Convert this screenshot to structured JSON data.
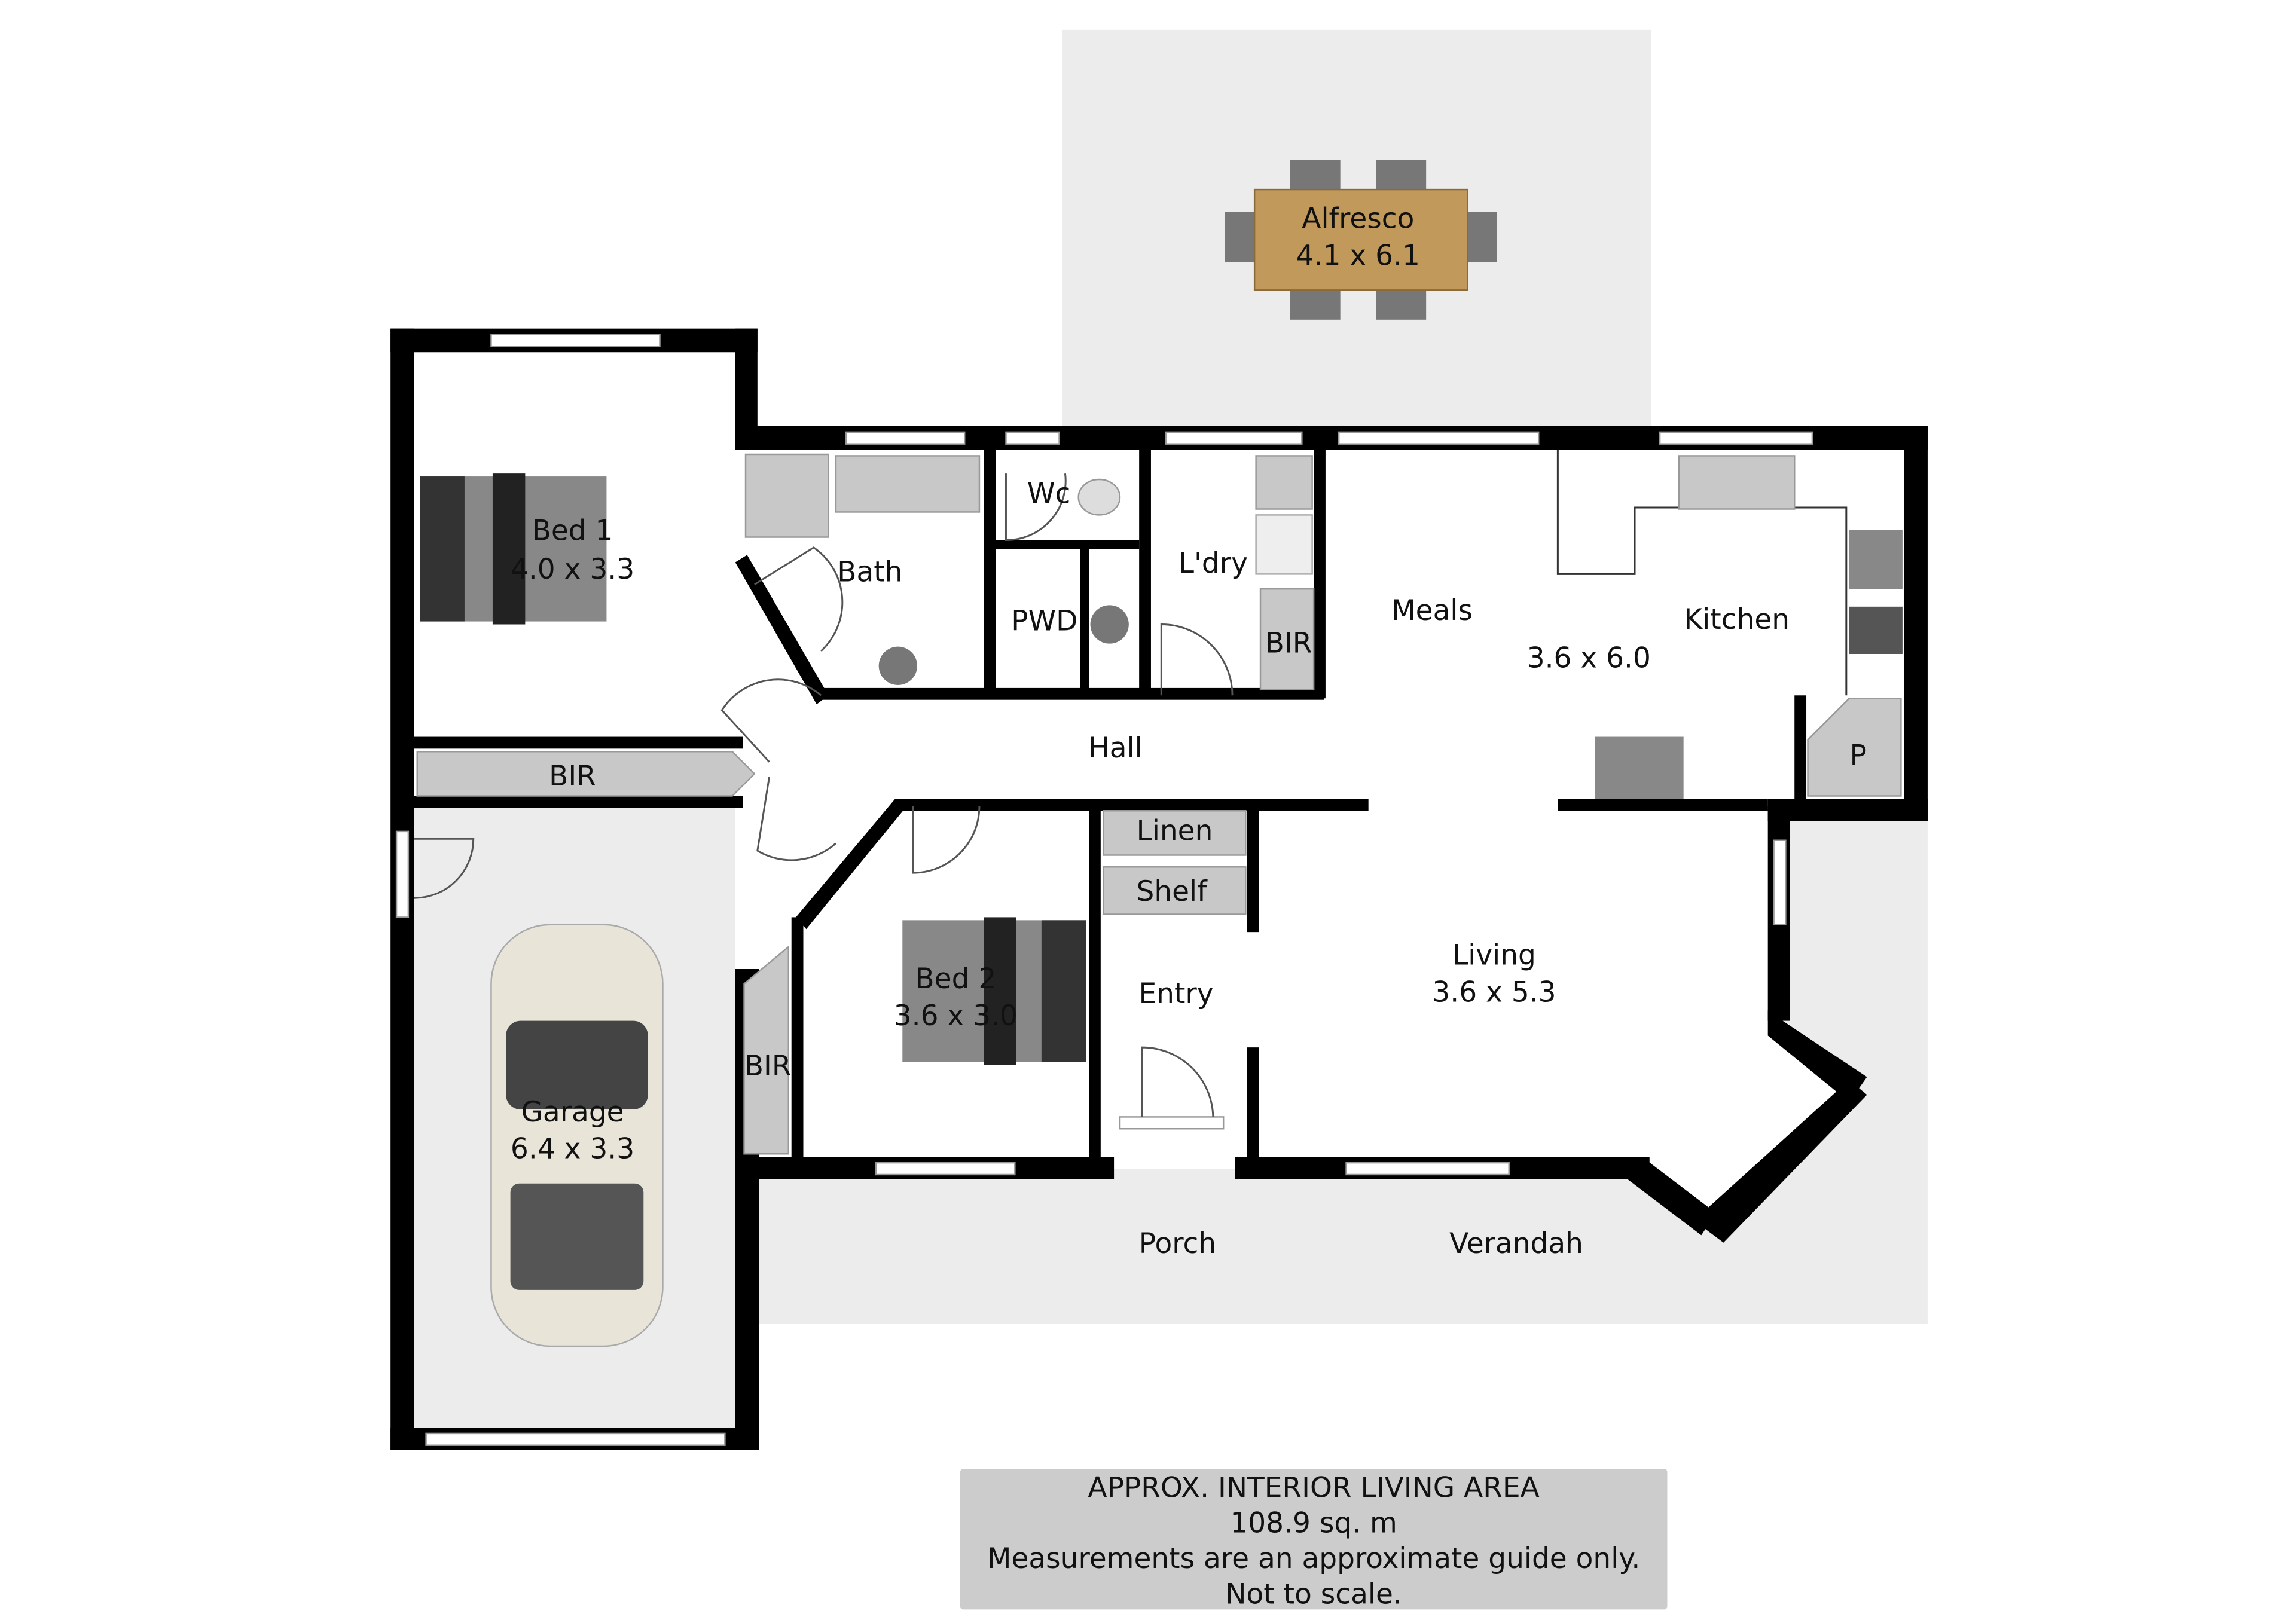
{
  "rooms": {
    "alfresco": {
      "name": "Alfresco",
      "size": "4.1 x 6.1"
    },
    "bed1": {
      "name": "Bed 1",
      "size": "4.0 x 3.3"
    },
    "bath": {
      "name": "Bath"
    },
    "wc": {
      "name": "Wc"
    },
    "pwd": {
      "name": "PWD"
    },
    "laundry": {
      "name": "L'dry"
    },
    "bir_laundry": {
      "name": "BIR"
    },
    "meals": {
      "name": "Meals"
    },
    "kitchen_meals_size": "3.6 x 6.0",
    "kitchen": {
      "name": "Kitchen"
    },
    "pantry": {
      "name": "P"
    },
    "hall": {
      "name": "Hall"
    },
    "bir_bed1": {
      "name": "BIR"
    },
    "linen": {
      "name": "Linen"
    },
    "shelf": {
      "name": "Shelf"
    },
    "entry": {
      "name": "Entry"
    },
    "living": {
      "name": "Living",
      "size": "3.6 x 5.3"
    },
    "bed2": {
      "name": "Bed 2",
      "size": "3.6 x 3.0"
    },
    "bir_bed2": {
      "name": "BIR"
    },
    "garage": {
      "name": "Garage",
      "size": "6.4 x 3.3"
    },
    "porch": {
      "name": "Porch"
    },
    "verandah": {
      "name": "Verandah"
    }
  },
  "area_note": {
    "line1": "APPROX. INTERIOR LIVING AREA",
    "line2": "108.9 sq. m",
    "line3": "Measurements are an approximate guide only.",
    "line4": "Not to scale."
  },
  "colors": {
    "wall": "#000000",
    "outdoor": "#ececec",
    "cabinet": "#c8c8c8"
  }
}
